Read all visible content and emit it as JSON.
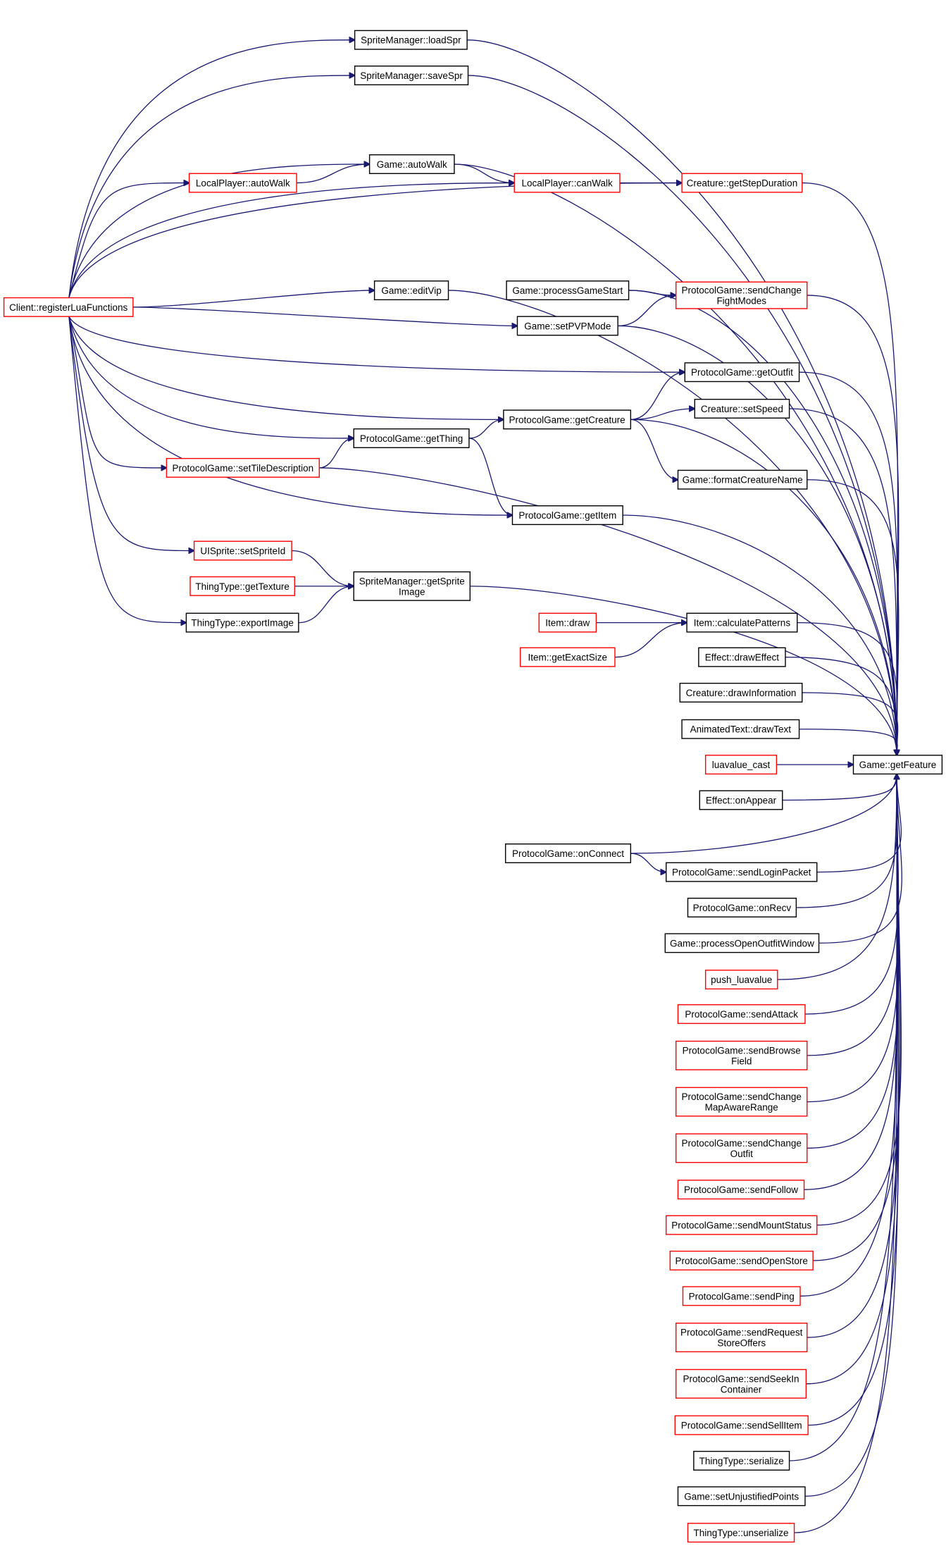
{
  "colors": {
    "edge": "#191970",
    "border_black": "#000000",
    "border_red": "#ff0000",
    "focus_fill": "#bfbfbf"
  },
  "nodes": [
    {
      "id": "loadSpr",
      "lines": [
        "SpriteManager::loadSpr"
      ],
      "style": "black"
    },
    {
      "id": "saveSpr",
      "lines": [
        "SpriteManager::saveSpr"
      ],
      "style": "black"
    },
    {
      "id": "autoWalk",
      "lines": [
        "Game::autoWalk"
      ],
      "style": "black"
    },
    {
      "id": "lpAutoWalk",
      "lines": [
        "LocalPlayer::autoWalk"
      ],
      "style": "red"
    },
    {
      "id": "canWalk",
      "lines": [
        "LocalPlayer::canWalk"
      ],
      "style": "red"
    },
    {
      "id": "getStepDuration",
      "lines": [
        "Creature::getStepDuration"
      ],
      "style": "red"
    },
    {
      "id": "editVip",
      "lines": [
        "Game::editVip"
      ],
      "style": "black"
    },
    {
      "id": "processGameStart",
      "lines": [
        "Game::processGameStart"
      ],
      "style": "black"
    },
    {
      "id": "sendChangeFightModes",
      "lines": [
        "ProtocolGame::sendChange",
        "FightModes"
      ],
      "style": "red"
    },
    {
      "id": "registerLua",
      "lines": [
        "Client::registerLuaFunctions"
      ],
      "style": "red"
    },
    {
      "id": "setPVPMode",
      "lines": [
        "Game::setPVPMode"
      ],
      "style": "black"
    },
    {
      "id": "getOutfit",
      "lines": [
        "ProtocolGame::getOutfit"
      ],
      "style": "black"
    },
    {
      "id": "getCreature",
      "lines": [
        "ProtocolGame::getCreature"
      ],
      "style": "black"
    },
    {
      "id": "setSpeed",
      "lines": [
        "Creature::setSpeed"
      ],
      "style": "black"
    },
    {
      "id": "getThing",
      "lines": [
        "ProtocolGame::getThing"
      ],
      "style": "black"
    },
    {
      "id": "setTileDescription",
      "lines": [
        "ProtocolGame::setTileDescription"
      ],
      "style": "red"
    },
    {
      "id": "formatCreatureName",
      "lines": [
        "Game::formatCreatureName"
      ],
      "style": "black"
    },
    {
      "id": "getItem",
      "lines": [
        "ProtocolGame::getItem"
      ],
      "style": "black"
    },
    {
      "id": "setSpriteId",
      "lines": [
        "UISprite::setSpriteId"
      ],
      "style": "red"
    },
    {
      "id": "getSpriteImage",
      "lines": [
        "SpriteManager::getSprite",
        "Image"
      ],
      "style": "black"
    },
    {
      "id": "getTexture",
      "lines": [
        "ThingType::getTexture"
      ],
      "style": "red"
    },
    {
      "id": "exportImage",
      "lines": [
        "ThingType::exportImage"
      ],
      "style": "black"
    },
    {
      "id": "itemDraw",
      "lines": [
        "Item::draw"
      ],
      "style": "red"
    },
    {
      "id": "calculatePatterns",
      "lines": [
        "Item::calculatePatterns"
      ],
      "style": "black"
    },
    {
      "id": "getExactSize",
      "lines": [
        "Item::getExactSize"
      ],
      "style": "red"
    },
    {
      "id": "drawEffect",
      "lines": [
        "Effect::drawEffect"
      ],
      "style": "black"
    },
    {
      "id": "drawInformation",
      "lines": [
        "Creature::drawInformation"
      ],
      "style": "black"
    },
    {
      "id": "drawText",
      "lines": [
        "AnimatedText::drawText"
      ],
      "style": "black"
    },
    {
      "id": "luavalueCast",
      "lines": [
        "luavalue_cast"
      ],
      "style": "red"
    },
    {
      "id": "getFeature",
      "lines": [
        "Game::getFeature"
      ],
      "style": "focus"
    },
    {
      "id": "onAppear",
      "lines": [
        "Effect::onAppear"
      ],
      "style": "black"
    },
    {
      "id": "onConnect",
      "lines": [
        "ProtocolGame::onConnect"
      ],
      "style": "black"
    },
    {
      "id": "sendLoginPacket",
      "lines": [
        "ProtocolGame::sendLoginPacket"
      ],
      "style": "black"
    },
    {
      "id": "onRecv",
      "lines": [
        "ProtocolGame::onRecv"
      ],
      "style": "black"
    },
    {
      "id": "processOpenOutfitWindow",
      "lines": [
        "Game::processOpenOutfitWindow"
      ],
      "style": "black"
    },
    {
      "id": "pushLuavalue",
      "lines": [
        "push_luavalue"
      ],
      "style": "red"
    },
    {
      "id": "sendAttack",
      "lines": [
        "ProtocolGame::sendAttack"
      ],
      "style": "red"
    },
    {
      "id": "sendBrowseField",
      "lines": [
        "ProtocolGame::sendBrowse",
        "Field"
      ],
      "style": "red"
    },
    {
      "id": "sendChangeMapAwareRange",
      "lines": [
        "ProtocolGame::sendChange",
        "MapAwareRange"
      ],
      "style": "red"
    },
    {
      "id": "sendChangeOutfit",
      "lines": [
        "ProtocolGame::sendChange",
        "Outfit"
      ],
      "style": "red"
    },
    {
      "id": "sendFollow",
      "lines": [
        "ProtocolGame::sendFollow"
      ],
      "style": "red"
    },
    {
      "id": "sendMountStatus",
      "lines": [
        "ProtocolGame::sendMountStatus"
      ],
      "style": "red"
    },
    {
      "id": "sendOpenStore",
      "lines": [
        "ProtocolGame::sendOpenStore"
      ],
      "style": "red"
    },
    {
      "id": "sendPing",
      "lines": [
        "ProtocolGame::sendPing"
      ],
      "style": "red"
    },
    {
      "id": "sendRequestStoreOffers",
      "lines": [
        "ProtocolGame::sendRequest",
        "StoreOffers"
      ],
      "style": "red"
    },
    {
      "id": "sendSeekInContainer",
      "lines": [
        "ProtocolGame::sendSeekIn",
        "Container"
      ],
      "style": "red"
    },
    {
      "id": "sendSellItem",
      "lines": [
        "ProtocolGame::sendSellItem"
      ],
      "style": "red"
    },
    {
      "id": "serialize",
      "lines": [
        "ThingType::serialize"
      ],
      "style": "black"
    },
    {
      "id": "setUnjustifiedPoints",
      "lines": [
        "Game::setUnjustifiedPoints"
      ],
      "style": "black"
    },
    {
      "id": "unserialize",
      "lines": [
        "ThingType::unserialize"
      ],
      "style": "red"
    }
  ],
  "edges": [
    [
      "loadSpr",
      "registerLua"
    ],
    [
      "saveSpr",
      "registerLua"
    ],
    [
      "autoWalk",
      "registerLua"
    ],
    [
      "autoWalk",
      "lpAutoWalk"
    ],
    [
      "canWalk",
      "autoWalk"
    ],
    [
      "canWalk",
      "registerLua"
    ],
    [
      "lpAutoWalk",
      "registerLua"
    ],
    [
      "getStepDuration",
      "canWalk"
    ],
    [
      "getStepDuration",
      "registerLua"
    ],
    [
      "editVip",
      "registerLua"
    ],
    [
      "sendChangeFightModes",
      "processGameStart"
    ],
    [
      "sendChangeFightModes",
      "setPVPMode"
    ],
    [
      "setPVPMode",
      "registerLua"
    ],
    [
      "getOutfit",
      "registerLua"
    ],
    [
      "getOutfit",
      "getCreature"
    ],
    [
      "getCreature",
      "registerLua"
    ],
    [
      "getCreature",
      "getThing"
    ],
    [
      "setSpeed",
      "getCreature"
    ],
    [
      "getThing",
      "registerLua"
    ],
    [
      "getThing",
      "setTileDescription"
    ],
    [
      "setTileDescription",
      "registerLua"
    ],
    [
      "formatCreatureName",
      "getCreature"
    ],
    [
      "getItem",
      "getThing"
    ],
    [
      "getItem",
      "registerLua"
    ],
    [
      "setSpriteId",
      "registerLua"
    ],
    [
      "getSpriteImage",
      "setSpriteId"
    ],
    [
      "getSpriteImage",
      "getTexture"
    ],
    [
      "getSpriteImage",
      "exportImage"
    ],
    [
      "exportImage",
      "registerLua"
    ],
    [
      "calculatePatterns",
      "itemDraw"
    ],
    [
      "calculatePatterns",
      "getExactSize"
    ],
    [
      "sendLoginPacket",
      "onConnect"
    ],
    [
      "getFeature",
      "loadSpr"
    ],
    [
      "getFeature",
      "saveSpr"
    ],
    [
      "getFeature",
      "autoWalk"
    ],
    [
      "getFeature",
      "getStepDuration"
    ],
    [
      "getFeature",
      "editVip"
    ],
    [
      "getFeature",
      "processGameStart"
    ],
    [
      "getFeature",
      "sendChangeFightModes"
    ],
    [
      "getFeature",
      "setPVPMode"
    ],
    [
      "getFeature",
      "getOutfit"
    ],
    [
      "getFeature",
      "getCreature"
    ],
    [
      "getFeature",
      "setSpeed"
    ],
    [
      "getFeature",
      "setTileDescription"
    ],
    [
      "getFeature",
      "formatCreatureName"
    ],
    [
      "getFeature",
      "getItem"
    ],
    [
      "getFeature",
      "getSpriteImage"
    ],
    [
      "getFeature",
      "calculatePatterns"
    ],
    [
      "getFeature",
      "drawEffect"
    ],
    [
      "getFeature",
      "drawInformation"
    ],
    [
      "getFeature",
      "drawText"
    ],
    [
      "getFeature",
      "luavalueCast"
    ],
    [
      "getFeature",
      "onAppear"
    ],
    [
      "getFeature",
      "onConnect"
    ],
    [
      "getFeature",
      "sendLoginPacket"
    ],
    [
      "getFeature",
      "onRecv"
    ],
    [
      "getFeature",
      "processOpenOutfitWindow"
    ],
    [
      "getFeature",
      "pushLuavalue"
    ],
    [
      "getFeature",
      "sendAttack"
    ],
    [
      "getFeature",
      "sendBrowseField"
    ],
    [
      "getFeature",
      "sendChangeMapAwareRange"
    ],
    [
      "getFeature",
      "sendChangeOutfit"
    ],
    [
      "getFeature",
      "sendFollow"
    ],
    [
      "getFeature",
      "sendMountStatus"
    ],
    [
      "getFeature",
      "sendOpenStore"
    ],
    [
      "getFeature",
      "sendPing"
    ],
    [
      "getFeature",
      "sendRequestStoreOffers"
    ],
    [
      "getFeature",
      "sendSeekInContainer"
    ],
    [
      "getFeature",
      "sendSellItem"
    ],
    [
      "getFeature",
      "serialize"
    ],
    [
      "getFeature",
      "setUnjustifiedPoints"
    ],
    [
      "getFeature",
      "unserialize"
    ]
  ]
}
